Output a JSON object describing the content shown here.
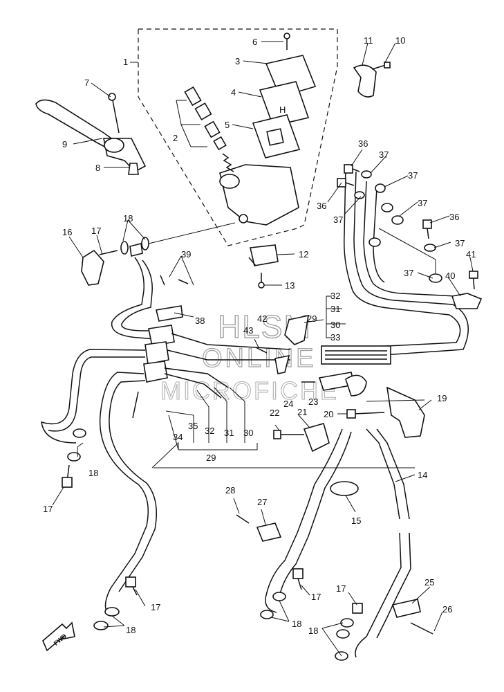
{
  "callouts": {
    "c1": "1",
    "c2": "2",
    "c3": "3",
    "c4": "4",
    "c5": "5",
    "c6": "6",
    "c7": "7",
    "c8": "8",
    "c9": "9",
    "c10": "10",
    "c11": "11",
    "c12": "12",
    "c13": "13",
    "c14": "14",
    "c15": "15",
    "c16": "16",
    "c17a": "17",
    "c17b": "17",
    "c17c": "17",
    "c17d": "17",
    "c17e": "17",
    "c18a": "18",
    "c18b": "18",
    "c18c": "18",
    "c18d": "18",
    "c18e": "18",
    "c19": "19",
    "c20": "20",
    "c21": "21",
    "c22": "22",
    "c23": "23",
    "c24": "24",
    "c25": "25",
    "c26": "26",
    "c27": "27",
    "c28": "28",
    "c29a": "29",
    "c29b": "29",
    "c30a": "30",
    "c30b": "30",
    "c31a": "31",
    "c31b": "31",
    "c32a": "32",
    "c32b": "32",
    "c33": "33",
    "c34": "34",
    "c35": "35",
    "c36a": "36",
    "c36b": "36",
    "c36c": "36",
    "c37a": "37",
    "c37b": "37",
    "c37c": "37",
    "c37d": "37",
    "c37e": "37",
    "c37f": "37",
    "c38": "38",
    "c39": "39",
    "c40": "40",
    "c41": "41",
    "c42": "42",
    "c43": "43"
  },
  "watermark": {
    "line1": "HLSM",
    "line2": "ONLINE",
    "line3": "MICROFICHE"
  },
  "badge": {
    "fwd": "FWD"
  },
  "cover_mark": "H"
}
